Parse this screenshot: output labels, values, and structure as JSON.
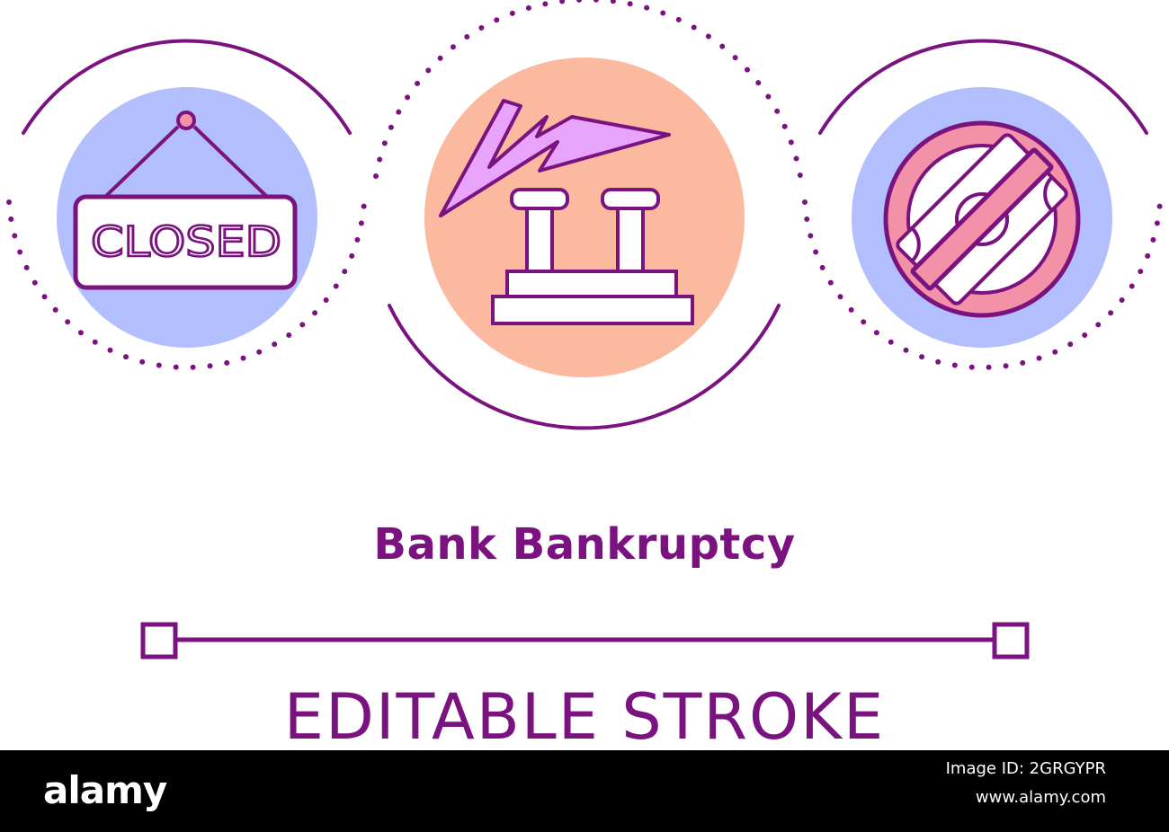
{
  "colors": {
    "primary": "#7a137f",
    "blue_disc": "#b3bffc",
    "peach_disc": "#fbb9a0",
    "lilac_arrow": "#e8a3fb",
    "pink_sign": "#f291a8",
    "white": "#ffffff",
    "footer_bg": "#000000"
  },
  "icons": {
    "closed_sign": {
      "name": "closed-sign-icon",
      "text": "CLOSED"
    },
    "bank_collapse": {
      "name": "bank-collapse-icon"
    },
    "no_money": {
      "name": "no-money-icon"
    }
  },
  "title": "Bank Bankruptcy",
  "editable_stroke": "EDITABLE STROKE",
  "footer": {
    "brand": "alamy",
    "image_id": "Image ID: 2GRGYPR",
    "url": "www.alamy.com"
  }
}
